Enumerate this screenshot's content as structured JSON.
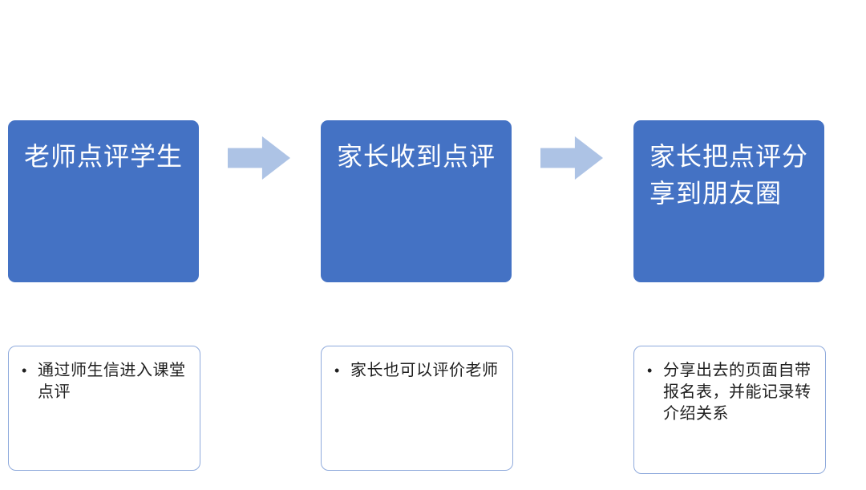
{
  "diagram": {
    "bullet": "•",
    "steps": [
      {
        "title": "老师点评学生",
        "detail": "通过师生信进入课堂点评"
      },
      {
        "title": "家长收到点评",
        "detail": "家长也可以评价老师"
      },
      {
        "title": "家长把点评分享到朋友圈",
        "detail": "分享出去的页面自带报名表，并能记录转介绍关系"
      }
    ],
    "colors": {
      "background": "#ffffff",
      "step_fill": "#4472c4",
      "step_text": "#ffffff",
      "arrow_fill": "#adc3e5",
      "detail_border": "#8faadc",
      "detail_text": "#1f1f1f"
    }
  }
}
